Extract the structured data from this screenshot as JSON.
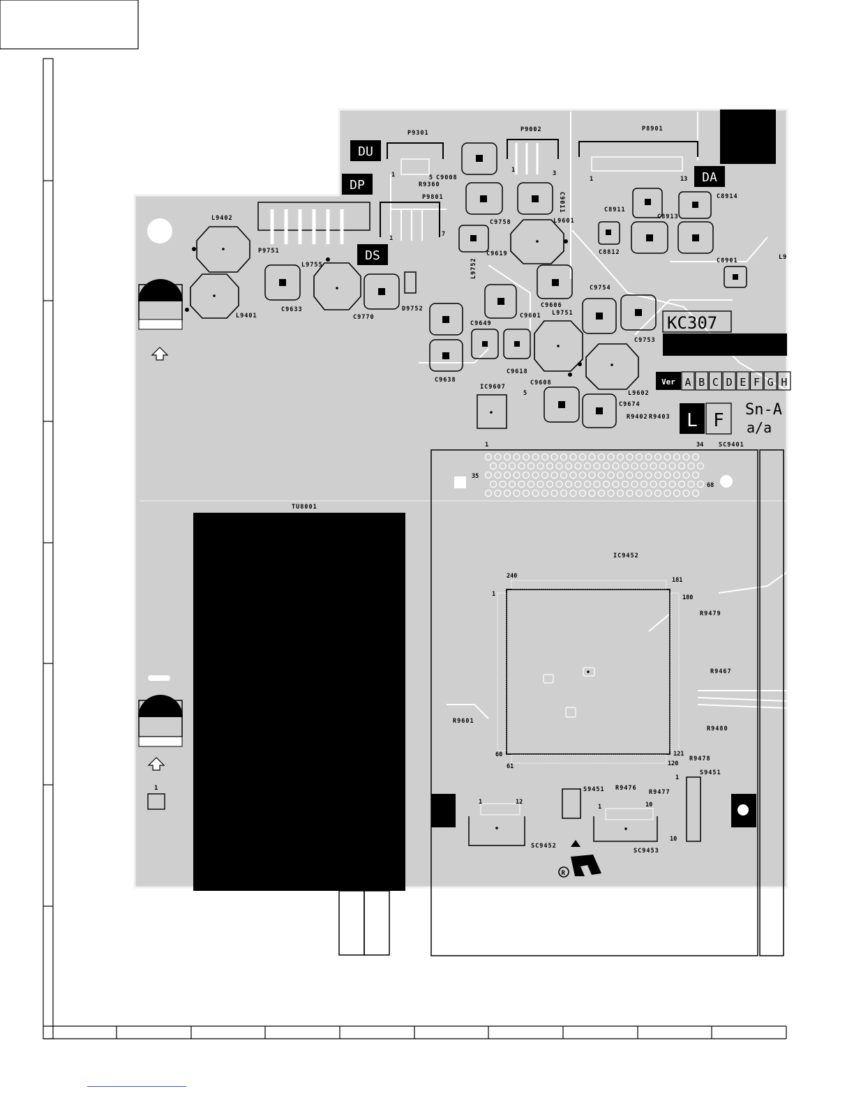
{
  "board": {
    "model": "KC307",
    "version_label": "Ver",
    "version_letters": [
      "A",
      "B",
      "C",
      "D",
      "E",
      "F",
      "G",
      "H"
    ],
    "lead_free_letters": [
      "L",
      "F"
    ],
    "solder_text": "Sn-A",
    "solder_sub": "a/a",
    "area_marks": [
      "DU",
      "DP",
      "DS",
      "DA"
    ]
  },
  "labels": {
    "p9301": "P9301",
    "p9002": "P9002",
    "p8901": "P8901",
    "p9801": "P9801",
    "p9751": "P9751",
    "r9360": "R9360",
    "c9008": "C9008",
    "l9402": "L9402",
    "l9401": "L9401",
    "l9755": "L9755",
    "c9633": "C9633",
    "c9770": "C9770",
    "d9752": "D9752",
    "l9752": "L9752",
    "c9758": "C9758",
    "c9619": "C9619",
    "l9601": "L9601",
    "c9011": "C9011",
    "c8911": "C8911",
    "c8812": "C8812",
    "c8914": "C8914",
    "c8913": "C8913",
    "c8901": "C8901",
    "l98": "L9",
    "c9754": "C9754",
    "c9606": "C9606",
    "c9601": "C9601",
    "l9751": "L9751",
    "c9649": "C9649",
    "c9753": "C9753",
    "c9638": "C9638",
    "c9618": "C9618",
    "c9608": "C9608",
    "l9602": "L9602",
    "c9674": "C9674",
    "ic9607": "IC9607",
    "r9402": "R9402",
    "r9403": "R9403",
    "sc9401": "SC9401",
    "tu8001": "TU8001",
    "ic9452": "IC9452",
    "r9479": "R9479",
    "r9467": "R9467",
    "r9480": "R9480",
    "r9478": "R9478",
    "r9601": "R9601",
    "s9451a": "S9451",
    "s9451b": "S9451",
    "r9476": "R9476",
    "r9477": "R9477",
    "sc9452": "SC9452",
    "sc9453": "SC9453"
  },
  "pins": {
    "n1": "1",
    "n3": "3",
    "n5": "5",
    "n7": "7",
    "n10": "10",
    "n12": "12",
    "n13": "13",
    "n34": "34",
    "n35": "35",
    "n60": "60",
    "n61": "61",
    "n68": "68",
    "n120": "120",
    "n121": "121",
    "n180": "180",
    "n181": "181",
    "n240": "240"
  },
  "colors": {
    "board_fill": "#cfcfcf",
    "board_edge": "#f2f2f2",
    "trace": "#ffffff",
    "ink": "#000000",
    "frame": "#000000"
  }
}
